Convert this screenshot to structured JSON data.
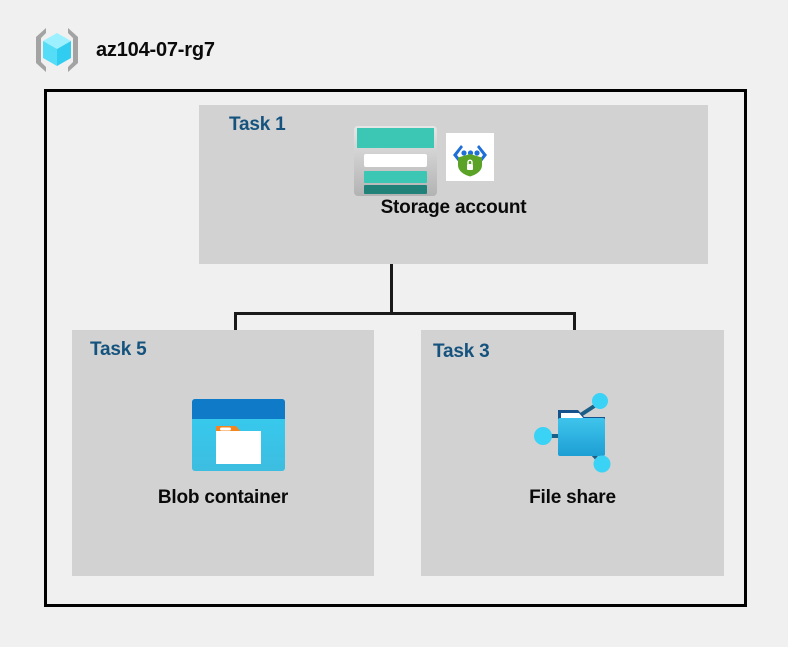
{
  "header": {
    "icon_name": "resource-group-icon",
    "title": "az104-07-rg7"
  },
  "diagram": {
    "boundary_name": "resource-group-boundary",
    "colors": {
      "background": "#f0f0f0",
      "panel": "#d2d2d2",
      "boundary_border": "#000000",
      "task_label": "#15537e",
      "resource_label": "#0a0a0a",
      "connector": "#1a1a1a",
      "storage_teal": "#3cc6b4",
      "storage_teal_dark": "#21827a",
      "blob_blue": "#0f7ac8",
      "blob_cyan": "#2fc5f0",
      "blob_orange": "#f4851f",
      "fileshare_blue": "#32b5e5",
      "fileshare_node": "#3ad2f5",
      "shield_green": "#5aa327",
      "bracket_gray": "#a0a0a0",
      "cube_cyan": "#54e2ff"
    },
    "nodes": [
      {
        "id": "storage-account",
        "task": "Task 1",
        "label": "Storage account",
        "icons": [
          "storage-account-icon",
          "secure-endpoint-shield-icon"
        ]
      },
      {
        "id": "blob-container",
        "task": "Task 5",
        "label": "Blob container",
        "icons": [
          "blob-container-icon"
        ]
      },
      {
        "id": "file-share",
        "task": "Task 3",
        "label": "File share",
        "icons": [
          "file-share-icon"
        ]
      }
    ],
    "connections": [
      {
        "from": "storage-account",
        "to": "blob-container"
      },
      {
        "from": "storage-account",
        "to": "file-share"
      }
    ]
  }
}
